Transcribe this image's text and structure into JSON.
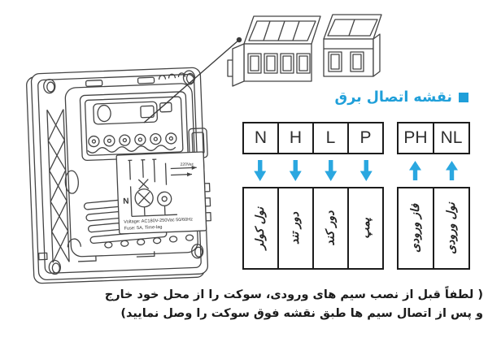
{
  "colors": {
    "accent_blue": "#1f9fd9",
    "arrow_blue": "#2aa7e0",
    "line_art": "#444444"
  },
  "heading": {
    "text": "نقشه اتصال برق"
  },
  "wiring_table": {
    "groups": [
      {
        "direction": "down",
        "columns": [
          {
            "terminal": "N",
            "label": "نول کولر"
          },
          {
            "terminal": "H",
            "label": "دور تند"
          },
          {
            "terminal": "L",
            "label": "دور کند"
          },
          {
            "terminal": "P",
            "label": "پمپ"
          }
        ]
      },
      {
        "direction": "up",
        "columns": [
          {
            "terminal": "PH",
            "label": "فاز ورودی"
          },
          {
            "terminal": "NL",
            "label": "نول ورودی"
          }
        ]
      }
    ]
  },
  "note": {
    "line1": "( لطفاً قبل از نصب سیم های ورودی، سوکت را از محل خود خارج",
    "line2": "و پس از اتصال سیم ها طبق نقشه فوق سوکت را وصل نمایید)"
  },
  "thermostat_label": {
    "n": "N",
    "supply": "220Vac",
    "voltage_line1": "Voltage: AC180V-250Vac 50/60Hz",
    "voltage_line2": "Fuse: 5A, Time-lag"
  }
}
